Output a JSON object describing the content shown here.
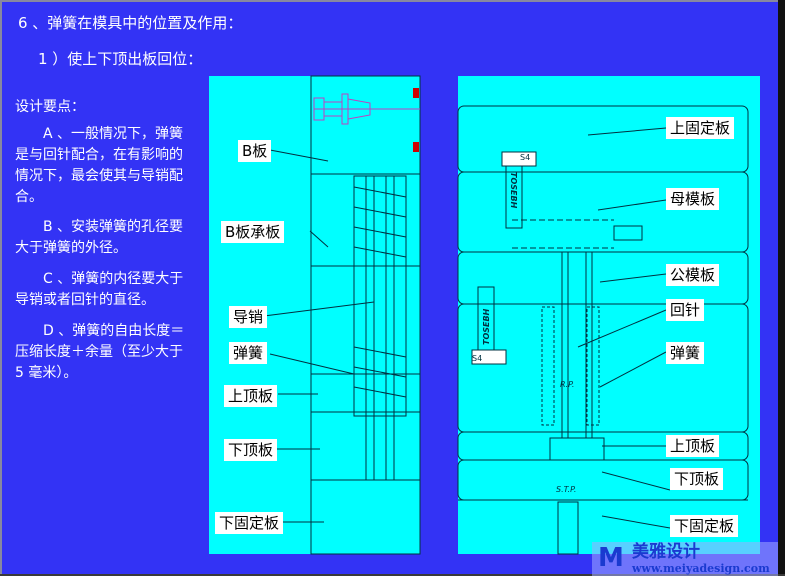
{
  "title": "6 、弹簧在模具中的位置及作用：",
  "subtitle": "1 ）使上下顶出板回位：",
  "design_heading": "设计要点：",
  "points": [
    "A 、一般情况下，弹簧是与回针配合，在有影响的情况下，最会使其与导销配合。",
    "B 、安装弹簧的孔径要大于弹簧的外径。",
    "C 、弹簧的内径要大于导销或者回针的直径。",
    "D 、弹簧的自由长度＝压缩长度＋余量（至少大于 5 毫米）。"
  ],
  "left_labels": [
    "B板",
    "B板承板",
    "导销",
    "弹簧",
    "上顶板",
    "下顶板",
    "下固定板"
  ],
  "right_labels": [
    "上固定板",
    "母模板",
    "公模板",
    "回针",
    "弹簧",
    "上顶板",
    "下顶板",
    "下固定板"
  ],
  "drawing_marks": {
    "rp": "R.P.",
    "stp": "S.T.P.",
    "part": "TOSEBH",
    "s4": "S4"
  },
  "watermark": {
    "logo": "M",
    "name": "美雅设计",
    "url": "www.meiyadesign.com"
  }
}
